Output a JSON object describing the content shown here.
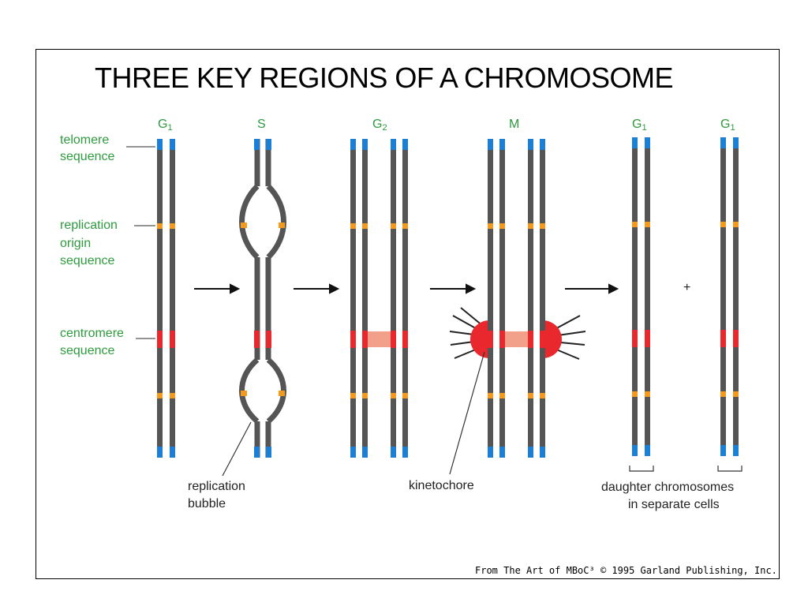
{
  "title": "THREE KEY  REGIONS OF A CHROMOSOME",
  "phases": [
    {
      "label": "G",
      "sub": "1"
    },
    {
      "label": "S",
      "sub": ""
    },
    {
      "label": "G",
      "sub": "2"
    },
    {
      "label": "M",
      "sub": ""
    },
    {
      "label": "G",
      "sub": "1"
    },
    {
      "label": "G",
      "sub": "1"
    }
  ],
  "labels": {
    "telomere": [
      "telomere",
      "sequence"
    ],
    "origin": [
      "replication",
      "origin",
      "sequence"
    ],
    "centromere": [
      "centromere",
      "sequence"
    ],
    "bubble": [
      "replication",
      "bubble"
    ],
    "kinetochore": "kinetochore",
    "daughter": [
      "daughter chromosomes",
      "in separate cells"
    ],
    "plus": "+"
  },
  "credit": "From The Art of MBoC³ © 1995 Garland Publishing, Inc.",
  "colors": {
    "chromatid": "#555555",
    "telomere": "#1c7fd6",
    "origin": "#f39a1e",
    "centromere": "#e8282c",
    "cohesin": "#f2a08a",
    "label_green": "#2e9a3e"
  }
}
